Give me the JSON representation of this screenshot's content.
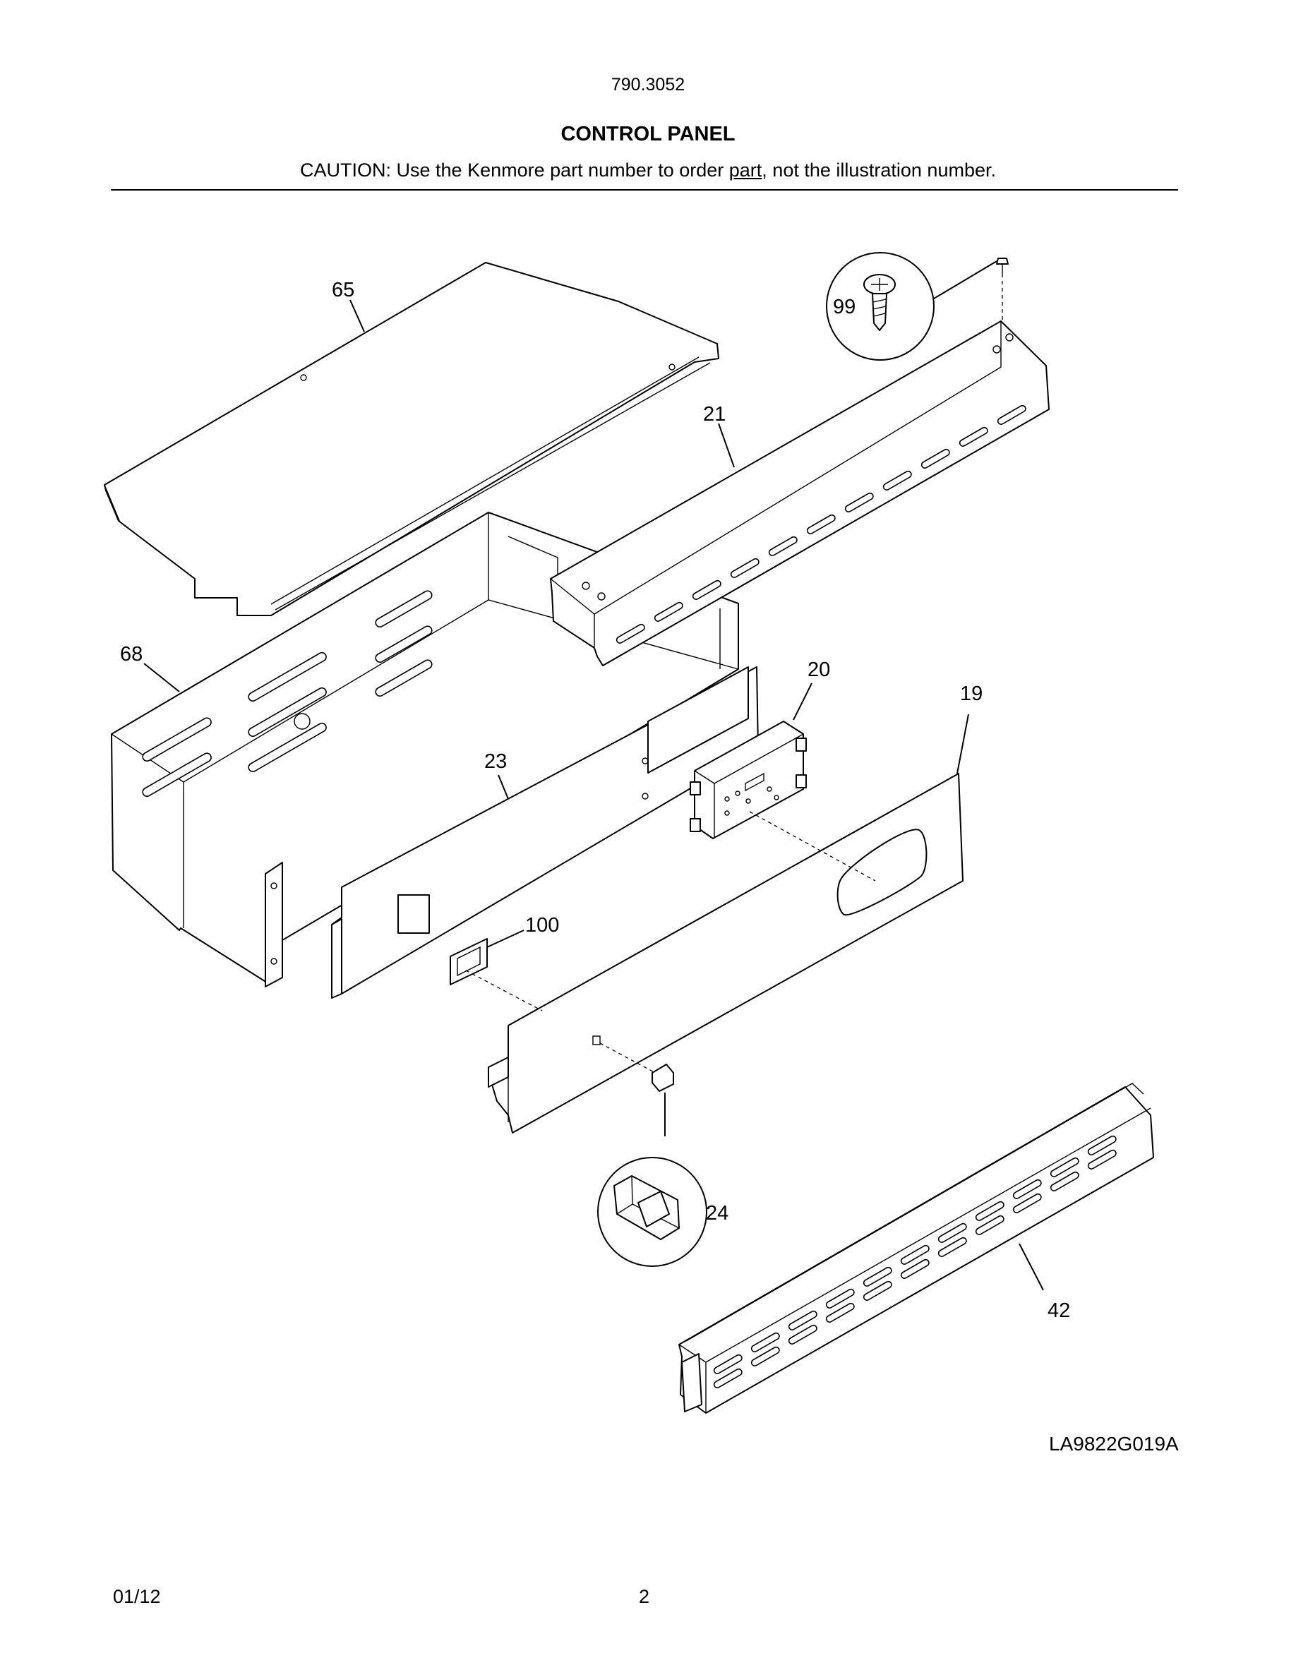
{
  "header": {
    "model_number": "790.3052",
    "section_title": "CONTROL PANEL",
    "caution_prefix": "CAUTION: Use the Kenmore part number to order ",
    "caution_underlined": "part",
    "caution_suffix": ", not the illustration number."
  },
  "callouts": {
    "p65": "65",
    "p99": "99",
    "p21": "21",
    "p68": "68",
    "p20": "20",
    "p19": "19",
    "p23": "23",
    "p100": "100",
    "p24": "24",
    "p42": "42"
  },
  "figure_code": "LA9822G019A",
  "footer": {
    "date": "01/12",
    "page_number": "2"
  }
}
